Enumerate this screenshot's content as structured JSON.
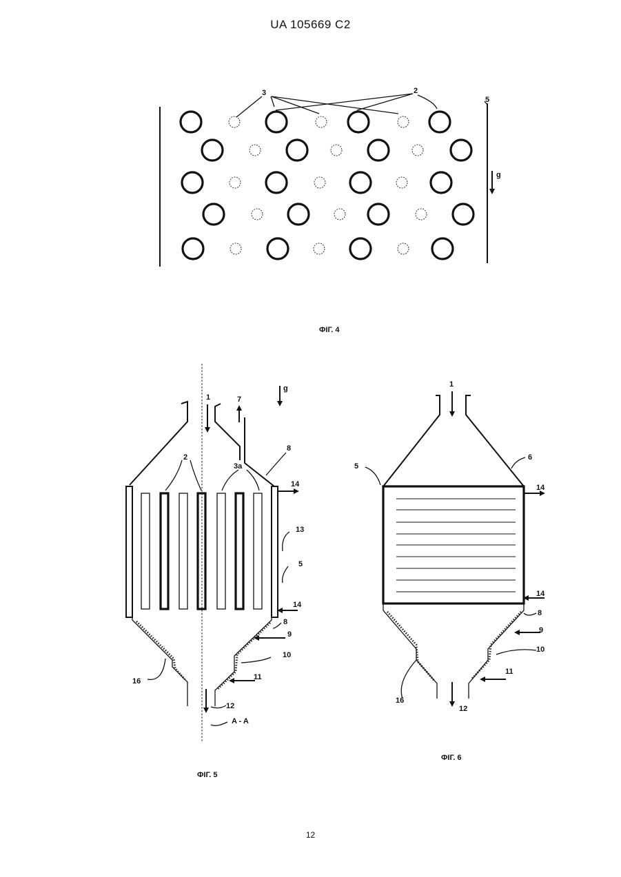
{
  "header": {
    "text": "UA   105669   C2"
  },
  "page_number": "12",
  "fig4": {
    "caption": "ФІГ. 4",
    "labels": {
      "tubes_small": "3",
      "tubes_large": "2",
      "wall": "5",
      "gravity": "g"
    }
  },
  "fig5": {
    "caption": "ФІГ. 5",
    "labels": {
      "inlet": "1",
      "outlet_top": "7",
      "gravity": "g",
      "cone_top": "8",
      "tubes_large": "2",
      "tubes_small": "3a",
      "port_top": "14",
      "jacket": "13",
      "wall": "5",
      "port_bottom": "14",
      "cone_bottom": "8",
      "feed_9": "9",
      "feed_10": "10",
      "feed_11": "11",
      "bottom_cone": "16",
      "outlet": "12",
      "section": "A - A"
    }
  },
  "fig6": {
    "caption": "ФІГ. 6",
    "labels": {
      "inlet": "1",
      "cone_top": "6",
      "wall": "5",
      "port_top": "14",
      "port_bottom": "14",
      "cone_bottom": "8",
      "feed_9": "9",
      "feed_10": "10",
      "feed_11": "11",
      "bottom_cone": "16",
      "outlet": "12"
    }
  }
}
